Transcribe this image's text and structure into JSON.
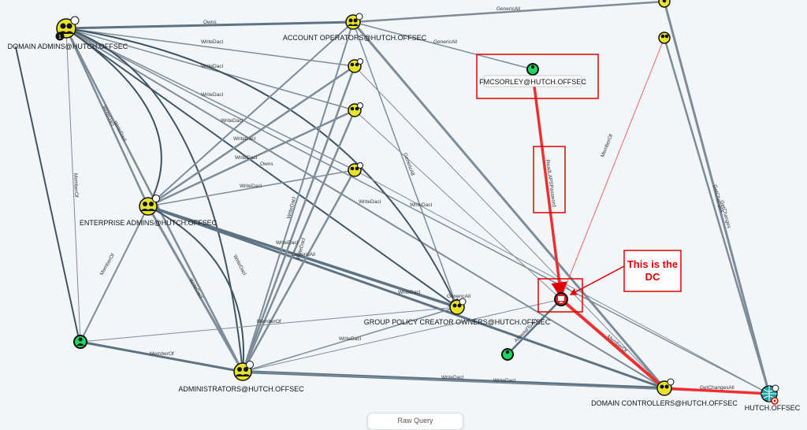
{
  "nodes": {
    "domain_admins": {
      "label": "DOMAIN ADMINS@HUTCH.OFFSEC",
      "type": "group",
      "badge": "1"
    },
    "account_operators": {
      "label": "ACCOUNT OPERATORS@HUTCH.OFFSEC",
      "type": "group"
    },
    "enterprise_admins": {
      "label": "ENTERPRISE ADMINS@HUTCH.OFFSEC",
      "type": "group"
    },
    "administrators": {
      "label": "ADMINISTRATORS@HUTCH.OFFSEC",
      "type": "group"
    },
    "gpo_creators": {
      "label": "GROUP POLICY CREATOR OWNERS@HUTCH.OFFSEC",
      "type": "group"
    },
    "domain_controllers": {
      "label": "DOMAIN CONTROLLERS@HUTCH.OFFSEC",
      "type": "group"
    },
    "domain": {
      "label": "HUTCH.OFFSEC",
      "type": "domain"
    },
    "fmcsorley": {
      "label": "FMCSORLEY@HUTCH.OFFSEC",
      "type": "user"
    },
    "dc_computer": {
      "label": "",
      "type": "computer"
    }
  },
  "edge_labels": {
    "owns": "Owns",
    "writedacl": "WriteDacl",
    "genericall": "GenericAll",
    "memberof": "MemberOf",
    "readlaps": "ReadLAPSPassword",
    "getchanges": "GetChanges",
    "getchangesall": "GetChangesAll",
    "allowedtoact": "AllowedToAct"
  },
  "annotation": {
    "text_line1": "This is the",
    "text_line2": "DC"
  },
  "footer": {
    "raw_query_label": "Raw Query"
  },
  "colors": {
    "background": "#f3f6f9",
    "edge": "#7d8c99",
    "edge_dark": "#3f5566",
    "highlight": "#f03030",
    "group_icon": "#e8e32a",
    "user_icon": "#1ed760",
    "annotation": "#e00000"
  }
}
